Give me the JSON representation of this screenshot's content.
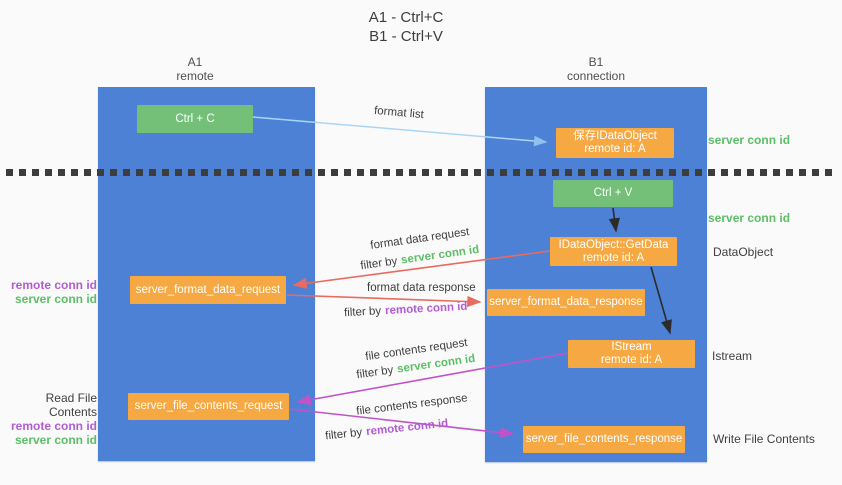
{
  "title": {
    "line1": "A1 - Ctrl+C",
    "line2": "B1 - Ctrl+V"
  },
  "columns": {
    "a1": {
      "name": "A1",
      "subtitle": "remote"
    },
    "b1": {
      "name": "B1",
      "subtitle": "connection"
    }
  },
  "nodes": {
    "ctrl_c": {
      "label": "Ctrl + C"
    },
    "save_dataobject": {
      "line1": "保存IDataObject",
      "line2": "remote id: A"
    },
    "ctrl_v": {
      "label": "Ctrl + V"
    },
    "getdata": {
      "line1": "IDataObject::GetData",
      "line2": "remote id: A"
    },
    "format_request": {
      "label": "server_format_data_request"
    },
    "format_response": {
      "label": "server_format_data_response"
    },
    "istream": {
      "line1": "IStream",
      "line2": "remote id: A"
    },
    "file_request": {
      "label": "server_file_contents_request"
    },
    "file_response": {
      "label": "server_file_contents_response"
    }
  },
  "arrow_labels": {
    "format_list": "format list",
    "format_data_request": "format data request",
    "format_data_response": "format data response",
    "file_contents_request": "file contents request",
    "file_contents_response": "file contents response",
    "filter_by": "filter by",
    "server_conn_id": "server conn id",
    "remote_conn_id": "remote conn id"
  },
  "side_labels": {
    "server_conn_id_top": "server conn id",
    "server_conn_id_mid": "server conn id",
    "dataobject": "DataObject",
    "istream": "Istream",
    "write_file_contents": "Write File Contents",
    "read_file_contents": "Read File Contents",
    "remote_conn_id": "remote conn id",
    "server_conn_id": "server conn id"
  },
  "colors": {
    "column_blue": "#4C81D5",
    "box_orange": "#F6A843",
    "box_green": "#74C078",
    "green_text": "#5CBE66",
    "purple_text": "#B25CD3",
    "red_arrow": "#E96A5E",
    "magenta_arrow": "#C153C9",
    "light_blue_arrow": "#AAD6F3",
    "black_arrow": "#2B2B2B"
  }
}
